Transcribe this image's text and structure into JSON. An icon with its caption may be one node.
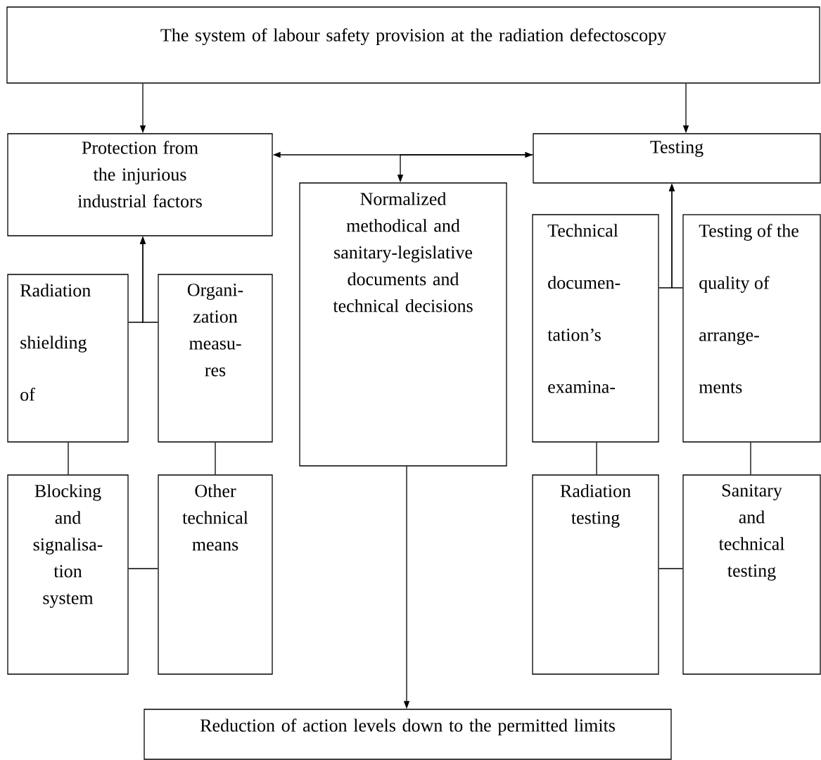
{
  "diagram": {
    "nodes": [
      {
        "text": [
          "The system of labour safety provision at the radiation defectoscopy"
        ]
      },
      {
        "text": [
          "Protection from the injurious industrial factors"
        ]
      },
      {
        "text": [
          "Testing"
        ]
      },
      {
        "text": [
          "Normalized methodical and sanitary-legislative documents and technical decisions"
        ]
      },
      {
        "text": [
          "Radiation shielding of"
        ]
      },
      {
        "text": [
          "Organi- zation measu- res"
        ]
      },
      {
        "text": [
          "Technical documen- tation’s examina-"
        ]
      },
      {
        "text": [
          "Testing of the quality of arrange- ments"
        ]
      },
      {
        "text": [
          "Blocking and signalisa- tion system"
        ]
      },
      {
        "text": [
          "Other technical means"
        ]
      },
      {
        "text": [
          "Radiation testing"
        ]
      },
      {
        "text": [
          "Sanitary and technical testing"
        ]
      },
      {
        "text": [
          "Reduction of action levels down to the permitted limits"
        ]
      }
    ],
    "edges": [
      {
        "from": 0,
        "to": 1,
        "arrow": "to"
      },
      {
        "from": 0,
        "to": 2,
        "arrow": "to"
      },
      {
        "from": 1,
        "to": 2,
        "arrow": "both"
      },
      {
        "from": 2,
        "to": 3,
        "arrow": "to"
      },
      {
        "from": 4,
        "to": 1,
        "arrow": "to"
      },
      {
        "from": 5,
        "to": 1,
        "arrow": "to"
      },
      {
        "from": 6,
        "to": 2,
        "arrow": "to"
      },
      {
        "from": 7,
        "to": 2,
        "arrow": "to"
      },
      {
        "from": 4,
        "to": 8,
        "arrow": "none"
      },
      {
        "from": 5,
        "to": 9,
        "arrow": "none"
      },
      {
        "from": 8,
        "to": 9,
        "arrow": "none"
      },
      {
        "from": 6,
        "to": 10,
        "arrow": "none"
      },
      {
        "from": 7,
        "to": 11,
        "arrow": "none"
      },
      {
        "from": 10,
        "to": 11,
        "arrow": "none"
      },
      {
        "from": 3,
        "to": 12,
        "arrow": "to"
      }
    ]
  }
}
